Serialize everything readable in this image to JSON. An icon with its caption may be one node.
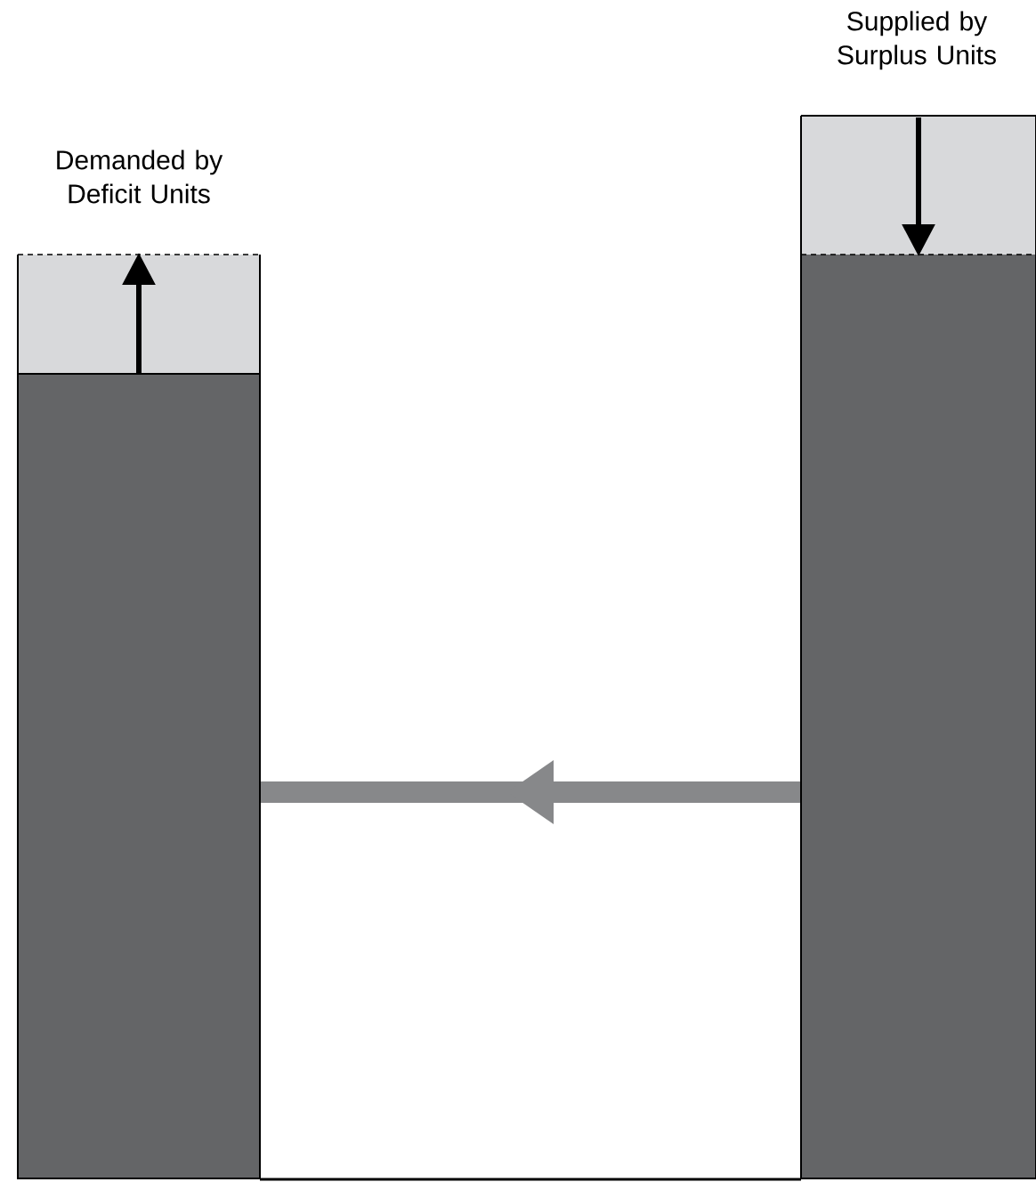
{
  "diagram": {
    "nodes": [
      {
        "text": [
          "Demanded by Deficit Units"
        ]
      },
      {
        "text": [
          "Supplied by Surplus Units"
        ]
      }
    ],
    "edges": [
      {
        "from": 1,
        "to": 0,
        "arrow": "to",
        "color": "#87888a"
      }
    ]
  }
}
